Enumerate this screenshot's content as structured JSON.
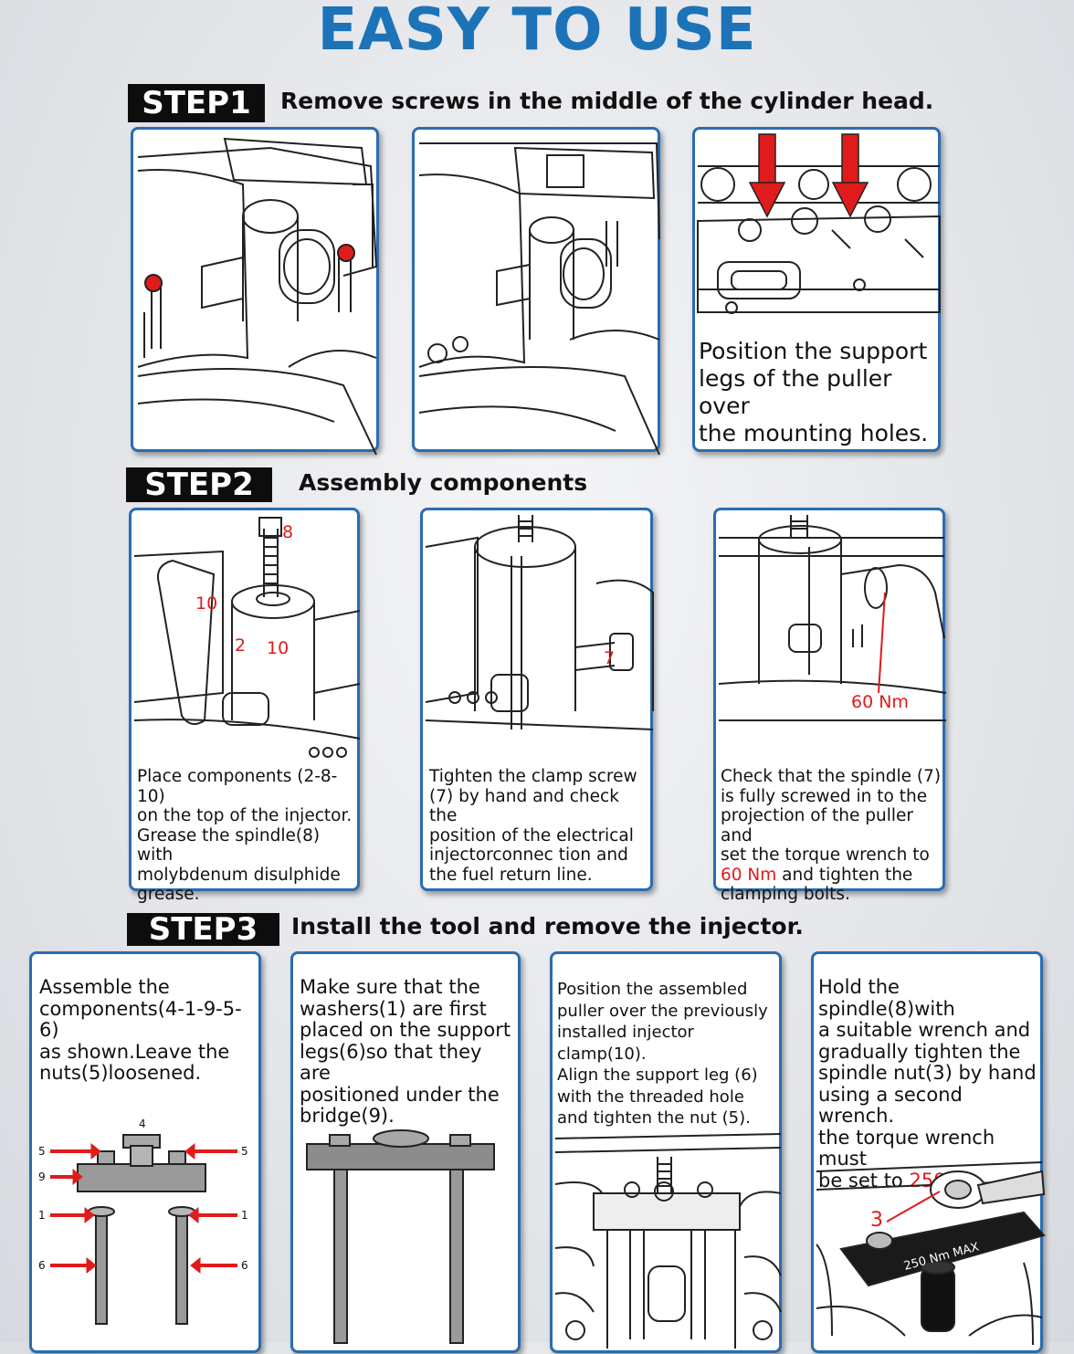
{
  "title": "EASY TO USE",
  "steps": [
    {
      "badge": "STEP1",
      "heading": "Remove screws in the middle of the cylinder head.",
      "panels": [
        {
          "caption": ""
        },
        {
          "caption": ""
        },
        {
          "caption": "Position the support\nlegs of the puller over\nthe mounting holes."
        }
      ]
    },
    {
      "badge": "STEP2",
      "heading": "Assembly components",
      "panels": [
        {
          "caption": "Place components (2-8-10)\non the top of the injector.\nGrease the spindle(8) with\nmolybdenum disulphide\ngrease.",
          "labels": [
            "8",
            "10",
            "2",
            "10"
          ]
        },
        {
          "caption": "Tighten the clamp screw\n(7) by hand and check the\nposition of the electrical\ninjectorconnec tion and\nthe fuel return line.",
          "labels": [
            "7"
          ]
        },
        {
          "caption_before": "Check that the spindle (7)\nis fully screwed in to the\nprojection of the puller and\nset the torque wrench to\n",
          "caption_highlight": "60 Nm",
          "caption_after": " and tighten the\nclamping bolts.",
          "labels": [
            "60 Nm"
          ]
        }
      ]
    },
    {
      "badge": "STEP3",
      "heading": "Install the tool and remove the injector.",
      "panels": [
        {
          "caption": "Assemble the\ncomponents(4-1-9-5-6)\nas shown.Leave the\nnuts(5)loosened.",
          "labels": [
            "4",
            "5",
            "5",
            "9",
            "1",
            "1",
            "6",
            "6"
          ]
        },
        {
          "caption": "Make sure that the\nwashers(1) are first\nplaced on the support\nlegs(6)so that they are\npositioned under the\nbridge(9)."
        },
        {
          "caption": "Position the assembled\npuller over the previously\ninstalled injector clamp(10).\nAlign the support leg (6)\nwith the threaded hole\nand tighten the nut (5)."
        },
        {
          "caption_before": "Hold the spindle(8)with\na suitable wrench and\ngradually tighten the\nspindle nut(3) by hand\nusing a second wrench.\nthe torque wrench must\nbe set to ",
          "caption_highlight": "250Nm.",
          "labels": [
            "3",
            "250 Nm MAX"
          ]
        }
      ]
    }
  ],
  "colors": {
    "title": "#1d73b7",
    "panel_border": "#2b6cb0",
    "highlight": "#e01b1b",
    "badge_bg": "#0d0d0d"
  }
}
